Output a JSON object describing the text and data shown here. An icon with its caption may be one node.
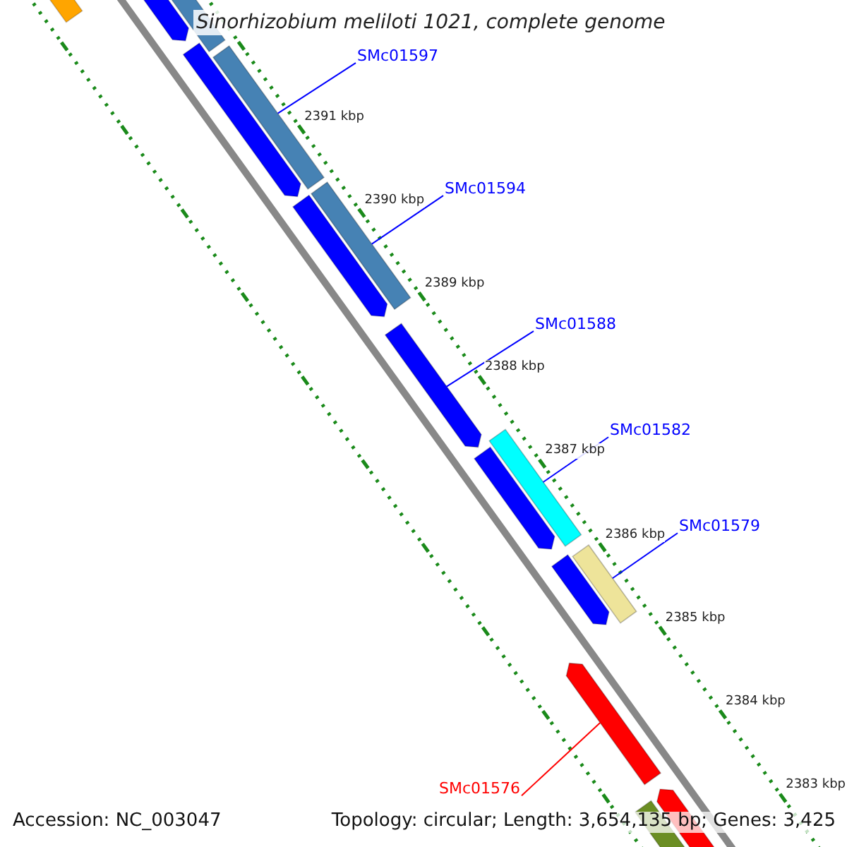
{
  "diagram": {
    "title": "Sinorhizobium meliloti 1021, complete genome",
    "nodes": [
      {
        "text": [
          "SMc01597"
        ]
      },
      {
        "text": [
          "SMc01594"
        ]
      },
      {
        "text": [
          "SMc01588"
        ]
      },
      {
        "text": [
          "SMc01582"
        ]
      },
      {
        "text": [
          "SMc01579"
        ]
      },
      {
        "text": [
          "SMc01576"
        ]
      },
      {
        "text": [],
        "shape": "bar"
      },
      {
        "text": [],
        "shape": "bar"
      },
      {
        "text": [],
        "shape": "bar"
      },
      {
        "text": [],
        "shape": "bar"
      },
      {
        "text": [],
        "shape": "bar"
      },
      {
        "text": [],
        "shape": "bar"
      }
    ],
    "edges": [
      {
        "from": 0,
        "to": 6,
        "arrow": "none"
      },
      {
        "from": 1,
        "to": 7,
        "arrow": "none"
      },
      {
        "from": 2,
        "to": 8,
        "arrow": "none"
      },
      {
        "from": 3,
        "to": 9,
        "arrow": "none"
      },
      {
        "from": 4,
        "to": 10,
        "arrow": "none"
      },
      {
        "from": 5,
        "to": 11,
        "arrow": "none",
        "color": "#ff0000"
      }
    ],
    "labels": [
      "2391 kbp",
      "2390 kbp",
      "2389 kbp",
      "2388 kbp",
      "2387 kbp",
      "2386 kbp",
      "2385 kbp",
      "2384 kbp",
      "2383 kbp",
      "Accession: NC_003047",
      "Topology: circular; Length: 3,654,135 bp; Genes: 3,425"
    ]
  }
}
